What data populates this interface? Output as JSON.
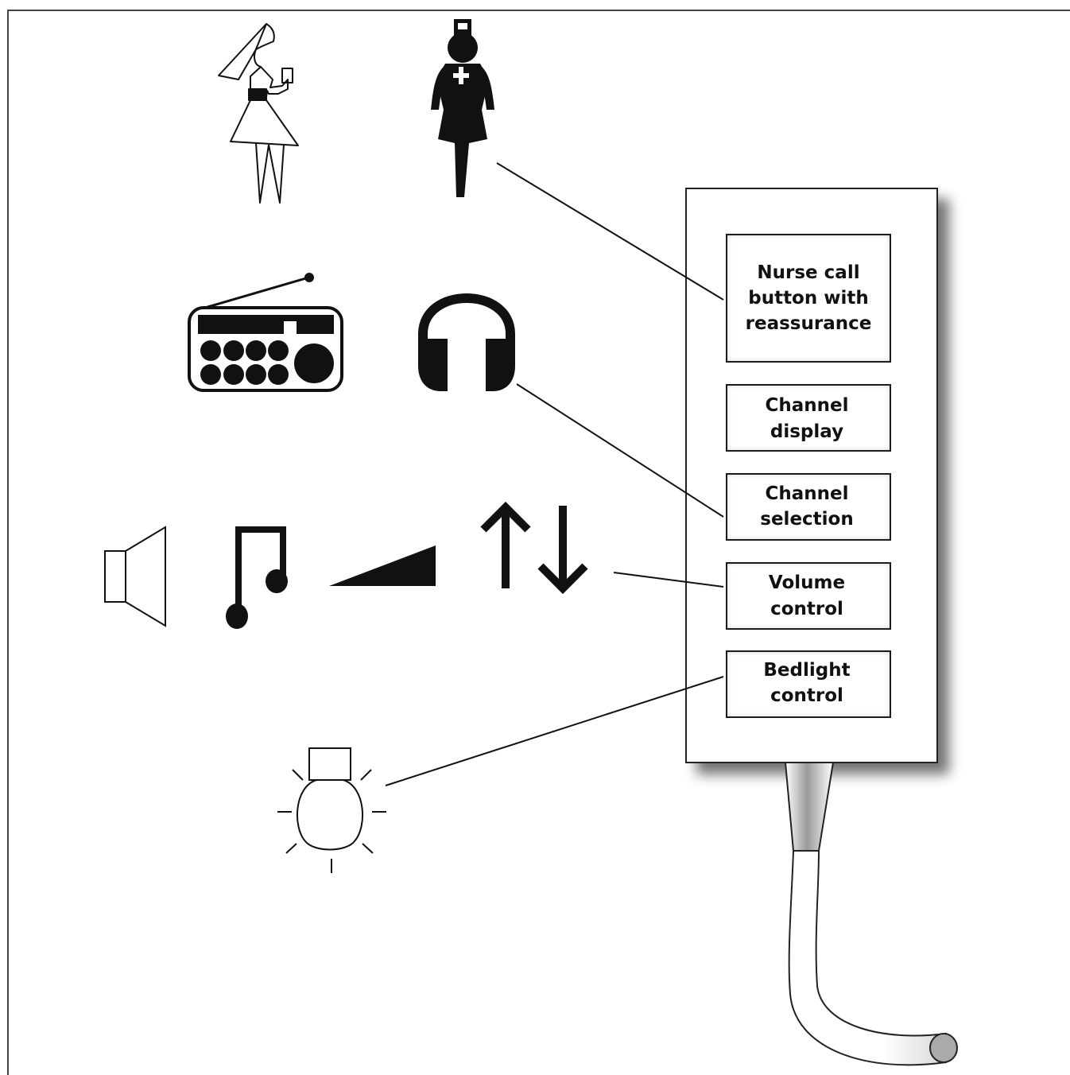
{
  "buttons": [
    {
      "line1": "Nurse call",
      "line2": "button with",
      "line3": "reassurance"
    },
    {
      "line1": "Channel",
      "line2": "display"
    },
    {
      "line1": "Channel",
      "line2": "selection"
    },
    {
      "line1": "Volume",
      "line2": "control"
    },
    {
      "line1": "Bedlight",
      "line2": "control"
    }
  ],
  "icons": [
    "woman-holding-cup-icon",
    "nurse-icon",
    "radio-icon",
    "headphones-icon",
    "speaker-icon",
    "music-note-icon",
    "volume-ramp-icon",
    "up-down-arrows-icon",
    "light-bulb-icon"
  ]
}
